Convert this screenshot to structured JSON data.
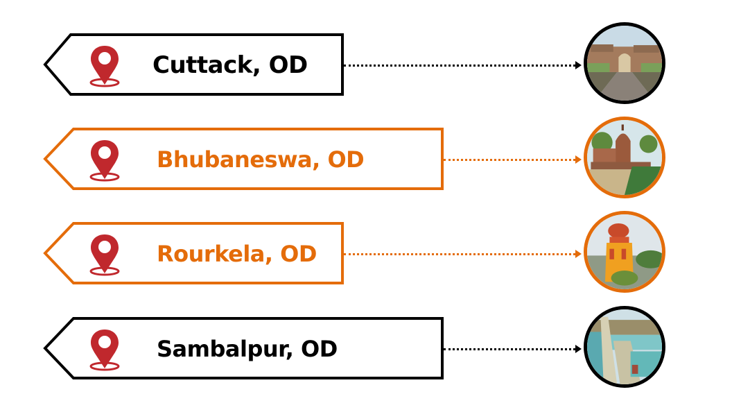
{
  "colors": {
    "black": "#000000",
    "orange": "#e46c0a",
    "pin_red": "#c0282d"
  },
  "locations": [
    {
      "label": "Cuttack, OD",
      "theme": "black",
      "icon": "map-pin-icon",
      "image_description": "Ancient stone fort gateway with road (Barabati Fort)"
    },
    {
      "label": "Bhubaneswa, OD",
      "theme": "orange",
      "icon": "map-pin-icon",
      "image_description": "Kalinga-style stone temple beside a green tank"
    },
    {
      "label": "Rourkela, OD",
      "theme": "orange",
      "icon": "map-pin-icon",
      "image_description": "Orange hilltop temple spire overlooking hazy valley"
    },
    {
      "label": "Sambalpur, OD",
      "theme": "black",
      "icon": "map-pin-icon",
      "image_description": "Hirakud dam with reservoir water"
    }
  ]
}
